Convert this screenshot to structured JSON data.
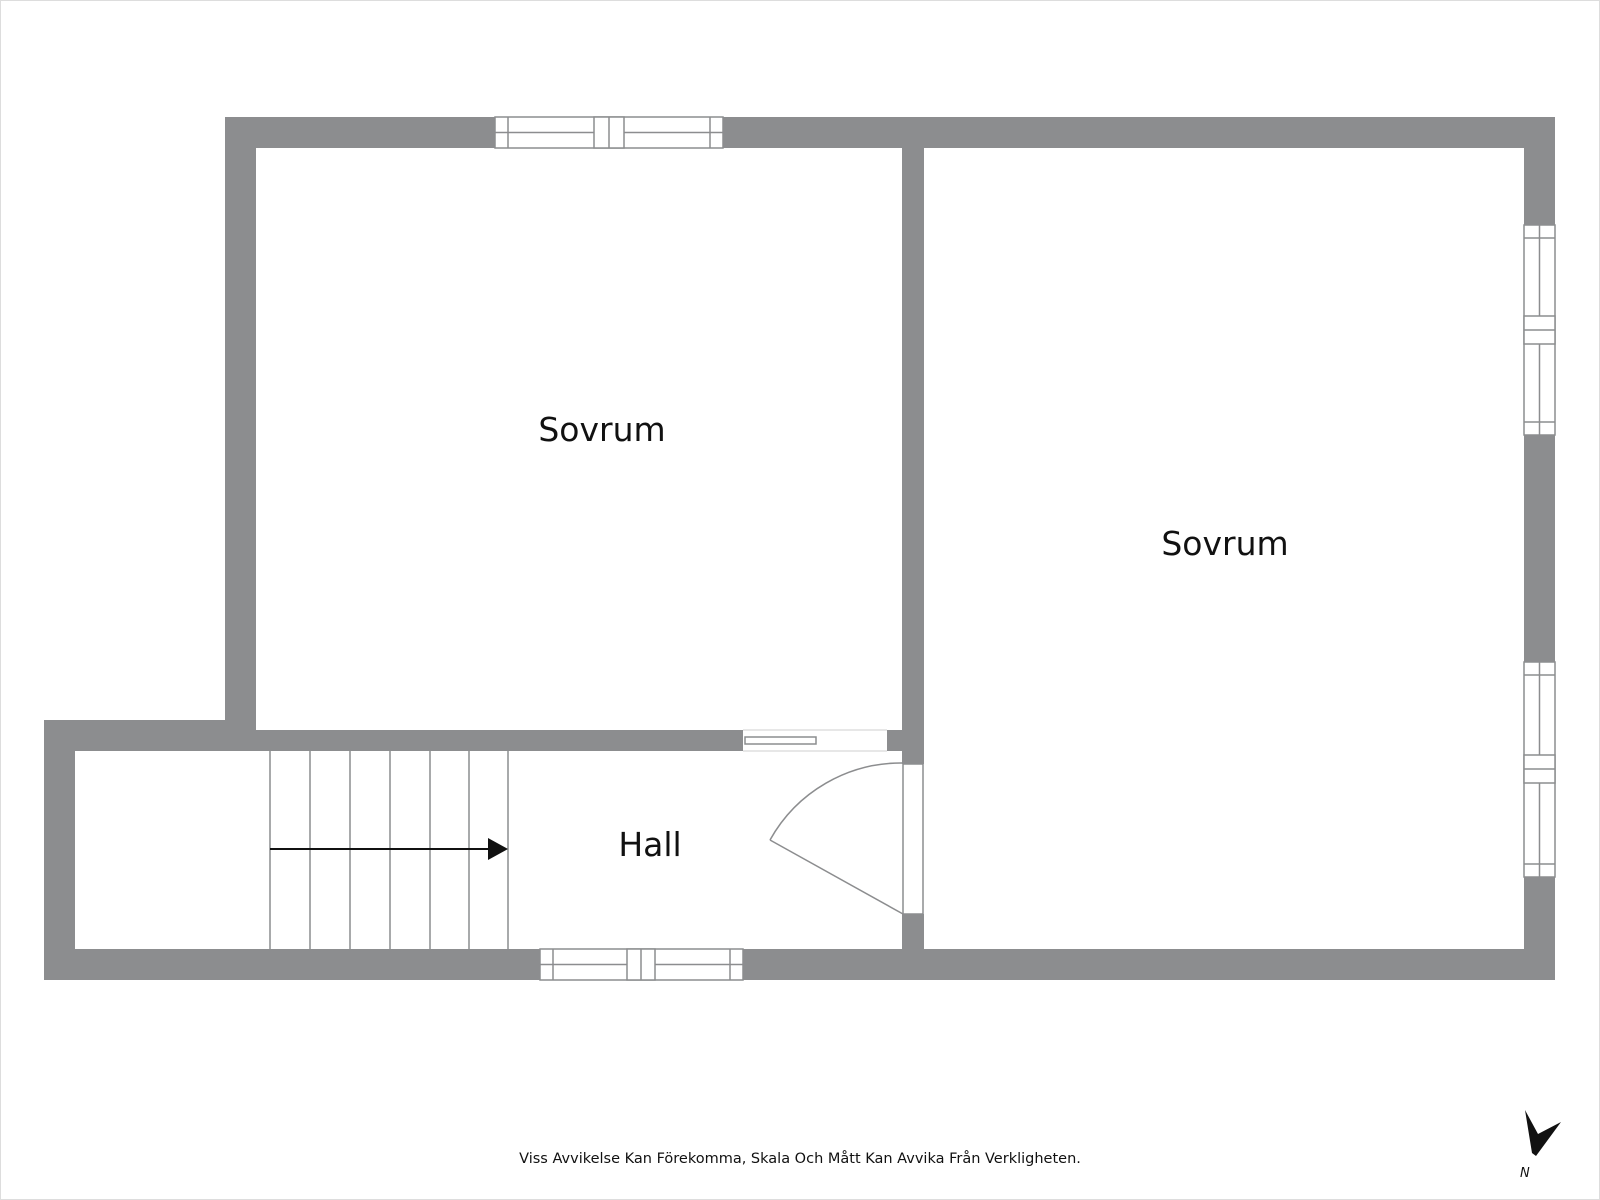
{
  "rooms": [
    {
      "label": "Sovrum"
    },
    {
      "label": "Sovrum"
    },
    {
      "label": "Hall"
    }
  ],
  "disclaimer": "Viss Avvikelse Kan Förekomma, Skala Och Mått Kan Avvika Från Verkligheten.",
  "compass": {
    "letter": "N",
    "icon": "north-arrow-icon"
  },
  "colors": {
    "wall": "#8c8d8f",
    "line": "#8c8d8f",
    "text": "#111111",
    "background": "#ffffff"
  }
}
